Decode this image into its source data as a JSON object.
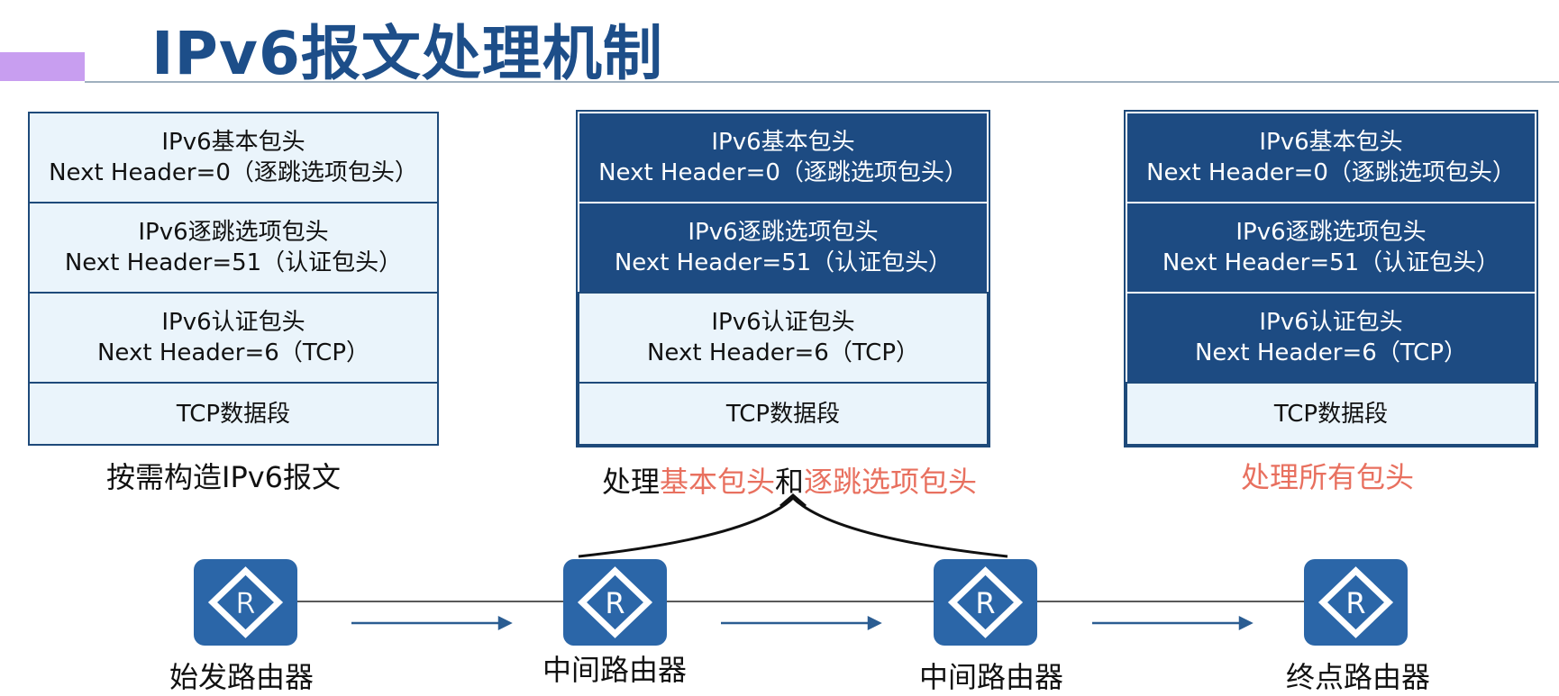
{
  "title": "IPv6报文处理机制",
  "colors": {
    "title": "#1d4e89",
    "accent": "#c89ef0",
    "dark_cell": "#1d4b82",
    "light_cell": "#eaf4fb",
    "highlight": "#e8705f",
    "router": "#2b66a8"
  },
  "stacks": [
    {
      "cells": [
        {
          "line1": "IPv6基本包头",
          "line2": "Next Header=0（逐跳选项包头）"
        },
        {
          "line1": "IPv6逐跳选项包头",
          "line2": "Next Header=51（认证包头）"
        },
        {
          "line1": "IPv6认证包头",
          "line2": "Next Header=6（TCP）"
        },
        {
          "line1": "TCP数据段"
        }
      ],
      "caption": "按需构造IPv6报文"
    },
    {
      "cells": [
        {
          "line1": "IPv6基本包头",
          "line2": "Next Header=0（逐跳选项包头）"
        },
        {
          "line1": "IPv6逐跳选项包头",
          "line2": "Next Header=51（认证包头）"
        },
        {
          "line1": "IPv6认证包头",
          "line2": "Next Header=6（TCP）"
        },
        {
          "line1": "TCP数据段"
        }
      ],
      "caption": {
        "part1": "处理",
        "part2": "基本包头",
        "part3": "和",
        "part4": "逐跳选项包头"
      }
    },
    {
      "cells": [
        {
          "line1": "IPv6基本包头",
          "line2": "Next Header=0（逐跳选项包头）"
        },
        {
          "line1": "IPv6逐跳选项包头",
          "line2": "Next Header=51（认证包头）"
        },
        {
          "line1": "IPv6认证包头",
          "line2": "Next Header=6（TCP）"
        },
        {
          "line1": "TCP数据段"
        }
      ],
      "caption": "处理所有包头"
    }
  ],
  "routers": [
    {
      "label": "始发路由器",
      "icon": "router-icon",
      "glyph": "R"
    },
    {
      "label": "中间路由器",
      "icon": "router-icon",
      "glyph": "R"
    },
    {
      "label": "中间路由器",
      "icon": "router-icon",
      "glyph": "R"
    },
    {
      "label": "终点路由器",
      "icon": "router-icon",
      "glyph": "R"
    }
  ]
}
